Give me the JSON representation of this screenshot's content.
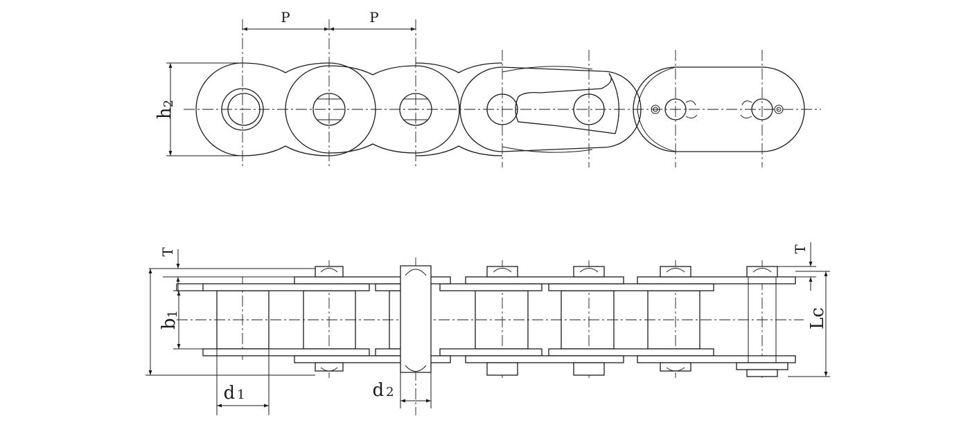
{
  "labels": {
    "pitch_left": "P",
    "pitch_right": "P",
    "plate_height": "h",
    "plate_height_sub": "2",
    "inner_width": "b",
    "inner_width_sub": "1",
    "roller_diameter": "d",
    "roller_diameter_sub": "1",
    "pin_diameter": "d",
    "pin_diameter_sub": "2",
    "plate_thickness_left": "T",
    "plate_thickness_right": "T",
    "pin_length": "Lc"
  },
  "colors": {
    "line": "#1a1a1a",
    "background": "#ffffff"
  }
}
